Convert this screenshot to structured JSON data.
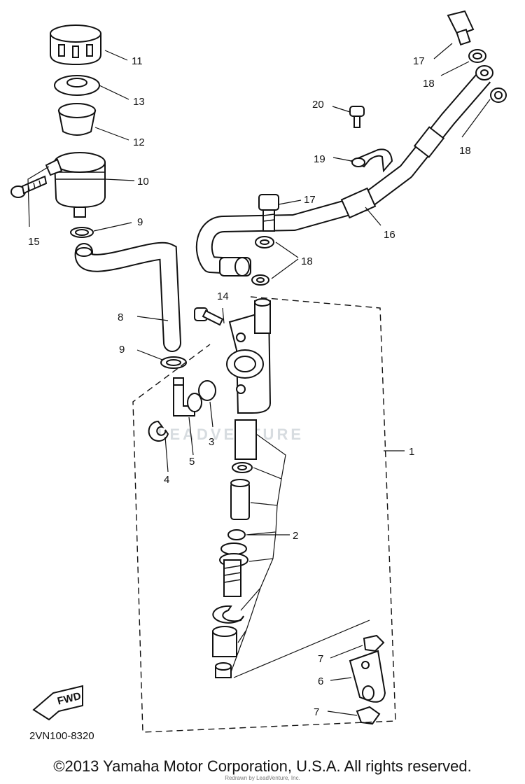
{
  "callouts": {
    "c1": "1",
    "c2": "2",
    "c3": "3",
    "c4": "4",
    "c5": "5",
    "c6": "6",
    "c7a": "7",
    "c7b": "7",
    "c8": "8",
    "c9a": "9",
    "c9b": "9",
    "c10": "10",
    "c11": "11",
    "c12": "12",
    "c13": "13",
    "c14": "14",
    "c15": "15",
    "c16": "16",
    "c17a": "17",
    "c17b": "17",
    "c18a": "18",
    "c18b": "18",
    "c18c": "18",
    "c19": "19",
    "c20": "20"
  },
  "diagram_code": "2VN100-8320",
  "fwd_label": "FWD",
  "watermark": "LEADVENTURE",
  "copyright": "©2013 Yamaha Motor Corporation, U.S.A. All rights reserved.",
  "redrawn_note": "Redrawn by LeadVenture, Inc."
}
